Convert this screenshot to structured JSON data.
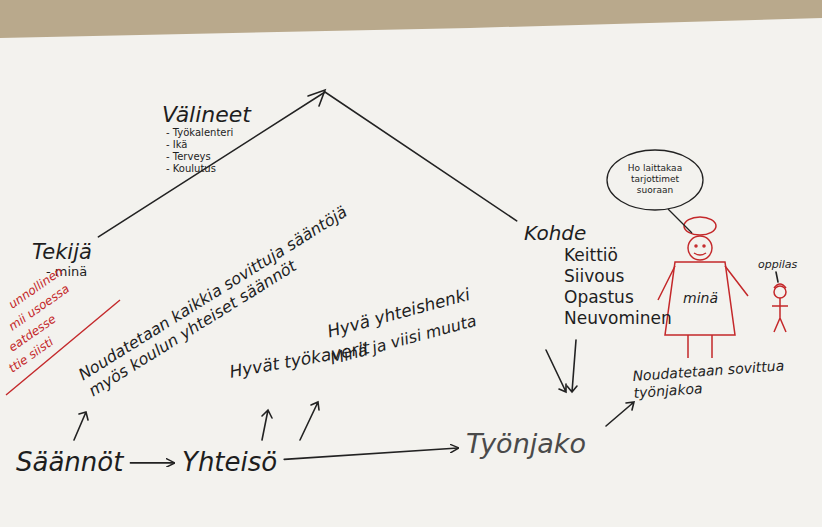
{
  "diagram": {
    "nodes": [
      {
        "text": [
          "Välineet",
          "- Työkalenteri",
          "- Ikä",
          "- Terveys",
          "- Koulutus"
        ]
      },
      {
        "text": [
          "Tekijä",
          "- minä"
        ]
      },
      {
        "text": [
          "Kohde",
          "Keittiö",
          "Siivous",
          "Opastus",
          "Neuvominen"
        ]
      },
      {
        "text": [
          "Säännöt"
        ]
      },
      {
        "text": [
          "Yhteisö"
        ]
      },
      {
        "text": [
          "Työnjako"
        ]
      }
    ],
    "edges": [
      {
        "from": 3,
        "to": 4,
        "arrow": "to"
      },
      {
        "from": 4,
        "to": 5,
        "arrow": "to"
      },
      {
        "from": 1,
        "to": 2,
        "arrow": "none"
      }
    ],
    "labels": [
      "Noudatetaan kaikkia sovittuja sääntöjä myös koulun yhteiset säännöt",
      "Hyvät työkaverit",
      "Hyvä yhteishenki",
      "Minä ja viisi muuta",
      "Ho laittakaa tarjottimet suoraan",
      "minä",
      "oppilas",
      "Noudatetaan sovittua työnjakoa",
      "unnollinen",
      "mii usoessa",
      "eatdesse",
      "ttie siisti"
    ]
  }
}
